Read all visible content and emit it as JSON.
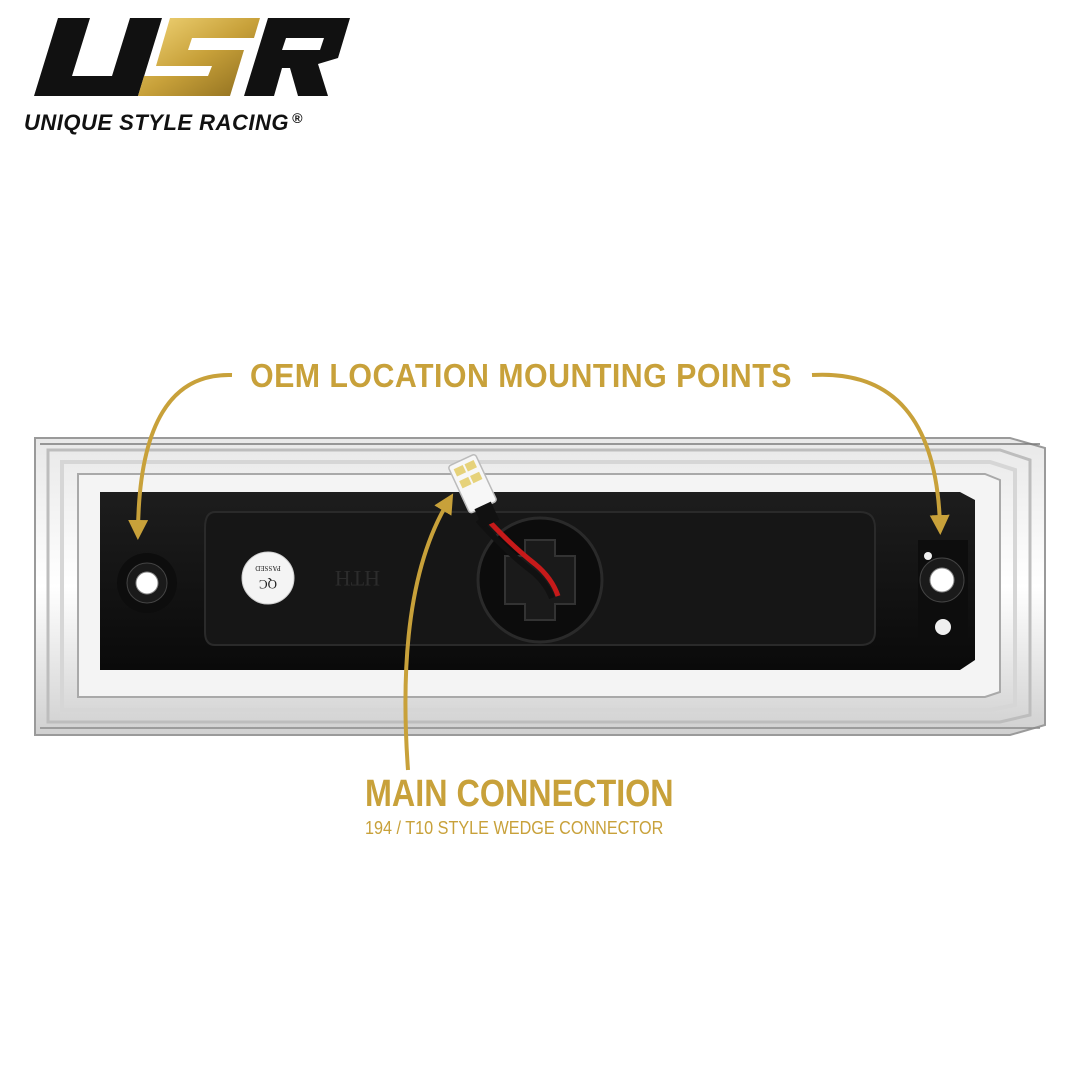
{
  "brand": {
    "logo_text": "USR",
    "name": "UNIQUE STYLE RACING",
    "registered_mark": "®"
  },
  "callouts": {
    "mounting_points": "OEM LOCATION MOUNTING POINTS",
    "main_connection_title": "MAIN CONNECTION",
    "main_connection_sub": "194 / T10 STYLE WEDGE CONNECTOR"
  },
  "product_markings": {
    "qc_sticker": "QC PASSED",
    "embossed": "HTH"
  },
  "colors": {
    "accent_gold": "#c8a13a",
    "housing_black": "#111111",
    "logo_black": "#111111"
  }
}
